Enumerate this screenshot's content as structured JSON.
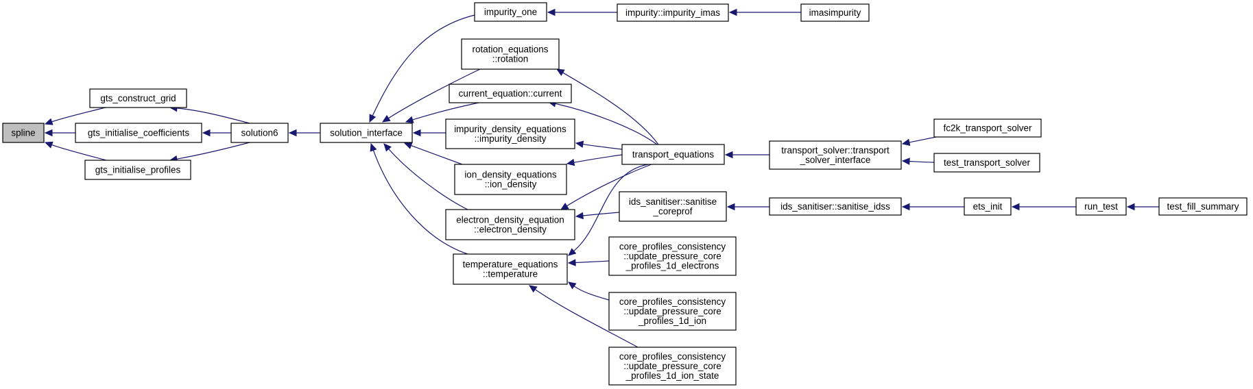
{
  "nodes": [
    {
      "id": "spline",
      "lines": [
        "spline"
      ],
      "highlight": true
    },
    {
      "id": "gts_construct_grid",
      "lines": [
        "gts_construct_grid"
      ]
    },
    {
      "id": "gts_initialise_coefficients",
      "lines": [
        "gts_initialise_coefficients"
      ]
    },
    {
      "id": "gts_initialise_profiles",
      "lines": [
        "gts_initialise_profiles"
      ]
    },
    {
      "id": "solution6",
      "lines": [
        "solution6"
      ]
    },
    {
      "id": "solution_interface",
      "lines": [
        "solution_interface"
      ]
    },
    {
      "id": "impurity_one",
      "lines": [
        "impurity_one"
      ]
    },
    {
      "id": "rotation_equations",
      "lines": [
        "rotation_equations",
        "::rotation"
      ]
    },
    {
      "id": "current_equation",
      "lines": [
        "current_equation::current"
      ]
    },
    {
      "id": "impurity_density_equations",
      "lines": [
        "impurity_density_equations",
        "::impurity_density"
      ]
    },
    {
      "id": "ion_density_equations",
      "lines": [
        "ion_density_equations",
        "::ion_density"
      ]
    },
    {
      "id": "electron_density_equation",
      "lines": [
        "electron_density_equation",
        "::electron_density"
      ]
    },
    {
      "id": "temperature_equations",
      "lines": [
        "temperature_equations",
        "::temperature"
      ]
    },
    {
      "id": "impurity_imas",
      "lines": [
        "impurity::impurity_imas"
      ]
    },
    {
      "id": "imasimpurity",
      "lines": [
        "imasimpurity"
      ]
    },
    {
      "id": "transport_equations",
      "lines": [
        "transport_equations"
      ]
    },
    {
      "id": "transport_solver_interface",
      "lines": [
        "transport_solver::transport",
        "_solver_interface"
      ]
    },
    {
      "id": "fc2k_transport_solver",
      "lines": [
        "fc2k_transport_solver"
      ]
    },
    {
      "id": "test_transport_solver",
      "lines": [
        "test_transport_solver"
      ]
    },
    {
      "id": "sanitise_coreprof",
      "lines": [
        "ids_sanitiser::sanitise",
        "_coreprof"
      ]
    },
    {
      "id": "sanitise_idss",
      "lines": [
        "ids_sanitiser::sanitise_idss"
      ]
    },
    {
      "id": "ets_init",
      "lines": [
        "ets_init"
      ]
    },
    {
      "id": "run_test",
      "lines": [
        "run_test"
      ]
    },
    {
      "id": "test_fill_summary",
      "lines": [
        "test_fill_summary"
      ]
    },
    {
      "id": "cp_electrons",
      "lines": [
        "core_profiles_consistency",
        "::update_pressure_core",
        "_profiles_1d_electrons"
      ]
    },
    {
      "id": "cp_ion",
      "lines": [
        "core_profiles_consistency",
        "::update_pressure_core",
        "_profiles_1d_ion"
      ]
    },
    {
      "id": "cp_ion_state",
      "lines": [
        "core_profiles_consistency",
        "::update_pressure_core",
        "_profiles_1d_ion_state"
      ]
    }
  ],
  "edges": [
    {
      "from": "gts_construct_grid",
      "to": "spline"
    },
    {
      "from": "gts_initialise_coefficients",
      "to": "spline"
    },
    {
      "from": "gts_initialise_profiles",
      "to": "spline"
    },
    {
      "from": "solution6",
      "to": "gts_construct_grid"
    },
    {
      "from": "solution6",
      "to": "gts_initialise_coefficients"
    },
    {
      "from": "solution6",
      "to": "gts_initialise_profiles"
    },
    {
      "from": "solution_interface",
      "to": "solution6"
    },
    {
      "from": "impurity_one",
      "to": "solution_interface"
    },
    {
      "from": "rotation_equations",
      "to": "solution_interface"
    },
    {
      "from": "current_equation",
      "to": "solution_interface"
    },
    {
      "from": "impurity_density_equations",
      "to": "solution_interface"
    },
    {
      "from": "ion_density_equations",
      "to": "solution_interface"
    },
    {
      "from": "electron_density_equation",
      "to": "solution_interface"
    },
    {
      "from": "temperature_equations",
      "to": "solution_interface"
    },
    {
      "from": "impurity_imas",
      "to": "impurity_one"
    },
    {
      "from": "imasimpurity",
      "to": "impurity_imas"
    },
    {
      "from": "transport_equations",
      "to": "rotation_equations"
    },
    {
      "from": "transport_equations",
      "to": "current_equation"
    },
    {
      "from": "transport_equations",
      "to": "impurity_density_equations"
    },
    {
      "from": "transport_equations",
      "to": "ion_density_equations"
    },
    {
      "from": "transport_equations",
      "to": "electron_density_equation"
    },
    {
      "from": "transport_equations",
      "to": "temperature_equations"
    },
    {
      "from": "transport_solver_interface",
      "to": "transport_equations"
    },
    {
      "from": "fc2k_transport_solver",
      "to": "transport_solver_interface"
    },
    {
      "from": "test_transport_solver",
      "to": "transport_solver_interface"
    },
    {
      "from": "sanitise_coreprof",
      "to": "electron_density_equation"
    },
    {
      "from": "sanitise_idss",
      "to": "sanitise_coreprof"
    },
    {
      "from": "ets_init",
      "to": "sanitise_idss"
    },
    {
      "from": "run_test",
      "to": "ets_init"
    },
    {
      "from": "test_fill_summary",
      "to": "run_test"
    },
    {
      "from": "cp_electrons",
      "to": "temperature_equations"
    },
    {
      "from": "cp_ion",
      "to": "temperature_equations"
    },
    {
      "from": "cp_ion_state",
      "to": "temperature_equations"
    }
  ]
}
